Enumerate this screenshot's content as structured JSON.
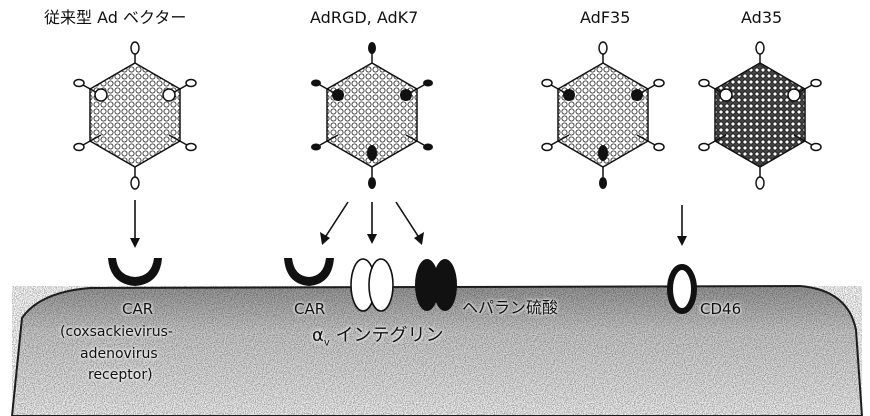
{
  "labels": {
    "conventional": "従来型 Ad ベクター",
    "rgd_k7": "AdRGD, AdK7",
    "f35": "AdF35",
    "ad35": "Ad35"
  },
  "receptors": {
    "car_1": "CAR",
    "car_full_1": "(coxsackievirus-",
    "car_full_2": "adenovirus",
    "car_full_3": "receptor)",
    "car_2": "CAR",
    "integrin_alpha": "α",
    "integrin_sub": "v",
    "integrin_text": "インテグリン",
    "heparan": "ヘパラン硫酸",
    "cd46": "CD46"
  },
  "colors": {
    "ink": "#111111",
    "cell_fill": "#d9d9d9",
    "knob_dark": "#111111",
    "knob_light": "#ffffff"
  }
}
